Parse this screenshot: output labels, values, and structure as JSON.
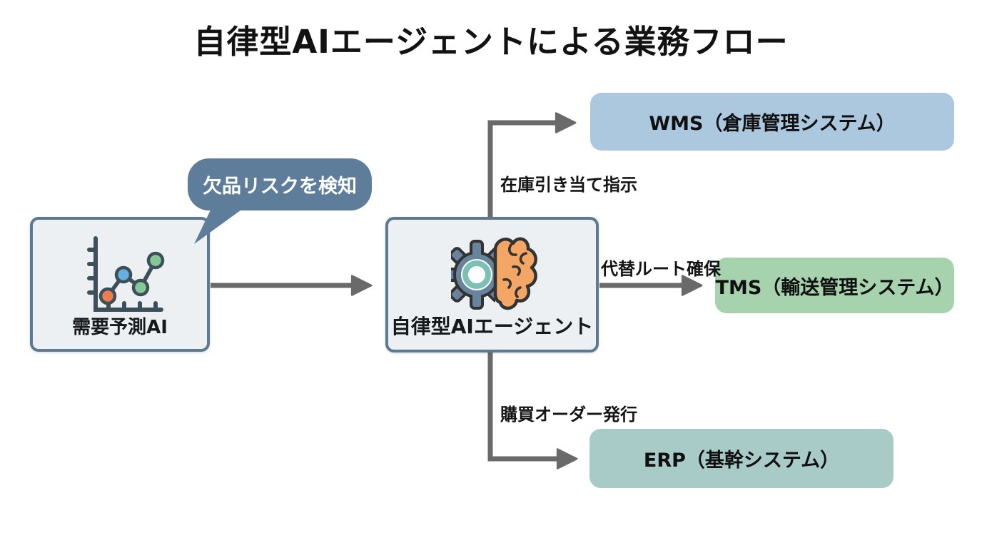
{
  "title": "自律型AIエージェントによる業務フロー",
  "diagram": {
    "source_node": {
      "label": "需要予測AI",
      "icon": "line-chart-icon",
      "fill": "#edf0f3",
      "border": "#5e7a90"
    },
    "callout": {
      "label": "欠品リスクを検知",
      "color": "#5d7d9a",
      "text_color": "#ffffff"
    },
    "agent_node": {
      "label": "自律型AIエージェント",
      "icon": "gear-brain-icon",
      "fill": "#edf0f3",
      "border": "#5e7a90"
    },
    "targets": [
      {
        "id": "wms",
        "label": "WMS（倉庫管理システム）",
        "edge_label": "在庫引き当て指示",
        "color": "#abc8de"
      },
      {
        "id": "tms",
        "label": "TMS（輸送管理システム）",
        "edge_label": "代替ルート確保",
        "color": "#a6d2ad"
      },
      {
        "id": "erp",
        "label": "ERP（基幹システム）",
        "edge_label": "購買オーダー発行",
        "color": "#a8cbc7"
      }
    ],
    "arrow_color": "#6a6a6a",
    "icon_colors": {
      "chart_axis": "#3d4f58",
      "chart_point_orange": "#ec7d4f",
      "chart_point_blue": "#66aedd",
      "chart_point_green": "#85c795",
      "gear": "#68849c",
      "gear_ring": "#7cc0b4",
      "brain": "#f3a666",
      "outline": "#333333"
    }
  }
}
